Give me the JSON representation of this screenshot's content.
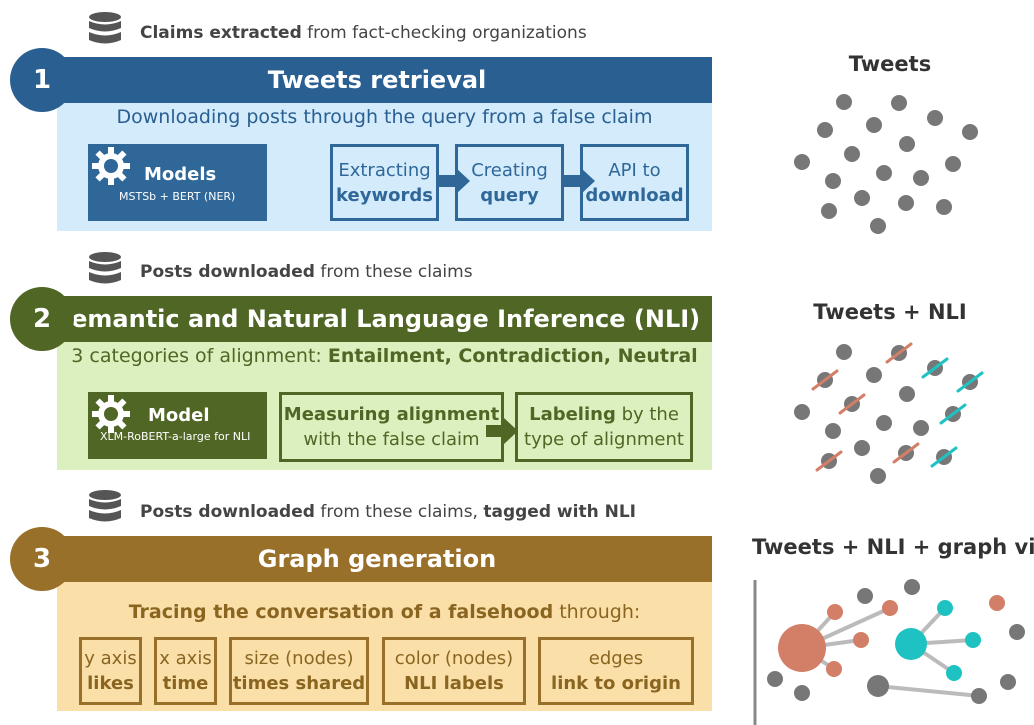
{
  "db_captions": [
    {
      "bold": "Claims extracted",
      "rest": " from fact-checking organizations"
    },
    {
      "bold": "Posts downloaded",
      "rest": " from these claims"
    },
    {
      "bold": "Posts downloaded",
      "rest": " from these claims, ",
      "bold2": "tagged with NLI"
    }
  ],
  "stage1": {
    "number": "1",
    "title": "Tweets retrieval",
    "subtitle": "Downloading posts through the query from a false claim",
    "model_title": "Models",
    "model_sub": "MSTSb + BERT (NER)",
    "steps": [
      {
        "l1": "Extracting",
        "l2": "keywords"
      },
      {
        "l1": "Creating",
        "l2": "query"
      },
      {
        "l1": "API to",
        "l2": "download"
      }
    ],
    "colors": {
      "bar": "#2a5f92",
      "body": "#d3ebfb",
      "text": "#2a5f92",
      "box": "#2f6799"
    }
  },
  "stage2": {
    "number": "2",
    "title": "Semantic and Natural Language Inference (NLI)",
    "subtitle_plain": "3 categories of alignment: ",
    "subtitle_bold": "Entailment, Contradiction, Neutral",
    "model_title": "Model",
    "model_sub": "XLM-RoBERT-a-large for NLI",
    "steps": [
      {
        "l1_bold": "Measuring alignment",
        "l2_plain": "with the false claim"
      },
      {
        "l1_bold": "Labeling",
        "l1_plain": " by the",
        "l2_plain": "type of alignment"
      }
    ],
    "colors": {
      "bar": "#4f6625",
      "body": "#dcefbf",
      "text": "#4f6625",
      "box": "#4f6625"
    }
  },
  "stage3": {
    "number": "3",
    "title": "Graph generation",
    "subtitle_bold": "Tracing the conversation of a falsehood",
    "subtitle_plain": " through:",
    "steps": [
      {
        "l1": "y axis",
        "l2": "likes"
      },
      {
        "l1": "x axis",
        "l2": "time"
      },
      {
        "l1": "size (nodes)",
        "l2": "times shared"
      },
      {
        "l1": "color (nodes)",
        "l2": "NLI labels"
      },
      {
        "l1": "edges",
        "l2": "link to origin"
      }
    ],
    "colors": {
      "bar": "#98702a",
      "body": "#fadfa9",
      "text": "#8a6520",
      "box": "#98702a"
    }
  },
  "right_panels": {
    "titles": [
      "Tweets",
      "Tweets + NLI",
      "Tweets + NLI + graph vis."
    ],
    "colors": {
      "node": "#777777",
      "contradiction": "#d37f68",
      "entailment": "#1fc2c2",
      "edge": "#bbbbbb"
    }
  }
}
